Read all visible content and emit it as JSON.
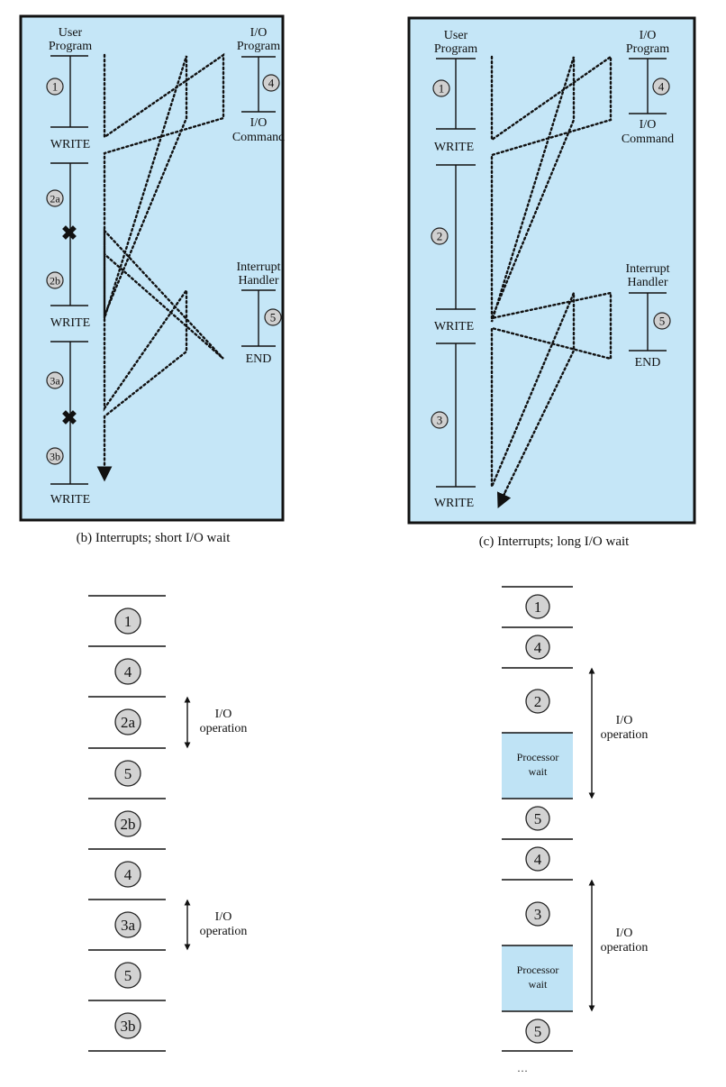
{
  "colors": {
    "panel": "#c5e6f7",
    "processor_wait": "#bfe3f5",
    "circle": "#d0d0d0"
  },
  "panel_b": {
    "user_program": [
      "User",
      "Program"
    ],
    "io_program": [
      "I/O",
      "Program"
    ],
    "io_command": [
      "I/O",
      "Command"
    ],
    "interrupt_handler": [
      "Interrupt",
      "Handler"
    ],
    "end": "END",
    "write": "WRITE",
    "steps": {
      "s1": "1",
      "s2a": "2a",
      "s2b": "2b",
      "s3a": "3a",
      "s3b": "3b",
      "s4": "4",
      "s5": "5"
    },
    "caption": "(b) Interrupts; short I/O wait"
  },
  "panel_c": {
    "user_program": [
      "User",
      "Program"
    ],
    "io_program": [
      "I/O",
      "Program"
    ],
    "io_command": [
      "I/O",
      "Command"
    ],
    "interrupt_handler": [
      "Interrupt",
      "Handler"
    ],
    "end": "END",
    "write": "WRITE",
    "steps": {
      "s1": "1",
      "s2": "2",
      "s3": "3",
      "s4": "4",
      "s5": "5"
    },
    "caption": "(c) Interrupts; long I/O wait"
  },
  "timeline_b": {
    "cells": [
      "1",
      "4",
      "2a",
      "5",
      "2b",
      "4",
      "3a",
      "5",
      "3b"
    ],
    "io_label": [
      "I/O",
      "operation"
    ]
  },
  "timeline_c": {
    "cells": [
      "1",
      "4",
      "2",
      "5",
      "4",
      "3",
      "5"
    ],
    "processor_wait": [
      "Processor",
      "wait"
    ],
    "io_label": [
      "I/O",
      "operation"
    ],
    "footer_fragment": "…"
  }
}
